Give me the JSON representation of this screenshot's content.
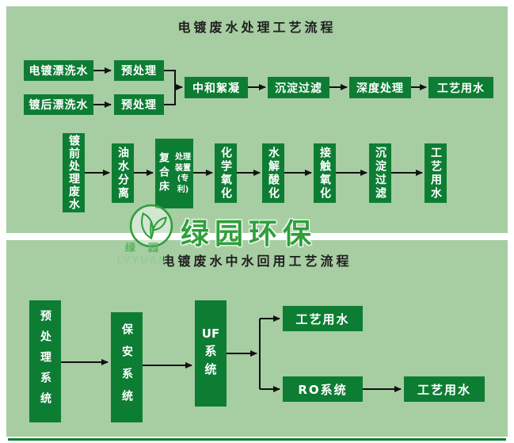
{
  "colors": {
    "background": "#a7cda2",
    "box": "#0d7d33",
    "box_text": "#ffffff",
    "title_text": "#1e1e1e",
    "arrow": "#111111",
    "logo_green": "#2ea03b"
  },
  "top_panel": {
    "title": "电镀废水处理工艺流程",
    "inputs": [
      {
        "source": "电镀漂洗水",
        "step": "预处理"
      },
      {
        "source": "镀后漂洗水",
        "step": "预处理"
      }
    ],
    "main_chain": [
      "中和絮凝",
      "沉淀过滤",
      "深度处理",
      "工艺用水"
    ],
    "second_chain": [
      "镀前处理废水",
      "油水分离",
      "化学氧化",
      "水解酸化",
      "接触氧化",
      "沉淀过滤",
      "工艺用水"
    ],
    "composite_box": {
      "main": "复合床",
      "note_lines": [
        "处理",
        "装置",
        "(专利)"
      ]
    }
  },
  "watermark": {
    "brand": "绿园环保",
    "name_cn": "绿园",
    "name_en": "LVYUAN"
  },
  "bottom_panel": {
    "title": "电镀废水中水回用工艺流程",
    "chain": [
      "预处理系统",
      "保安系统"
    ],
    "uf_box": {
      "prefix": "UF",
      "suffix": "系统"
    },
    "branch_top": "工艺用水",
    "ro_box": "RO系统",
    "branch_bottom_out": "工艺用水"
  }
}
